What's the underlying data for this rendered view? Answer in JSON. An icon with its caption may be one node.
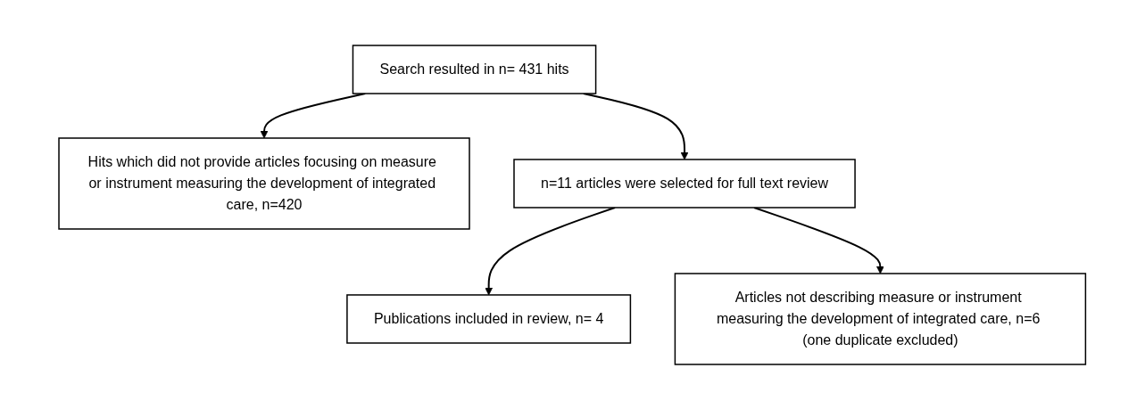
{
  "diagram": {
    "nodes": [
      {
        "text": [
          "Search resulted in n= 431 hits"
        ]
      },
      {
        "text": [
          "Hits which did not provide articles focusing on measure or instrument measuring the development of integrated care, n=420"
        ]
      },
      {
        "text": [
          "n=11 articles were selected for full text review"
        ]
      },
      {
        "text": [
          "Articles not describing measure or instrument measuring the development of integrated care, n=6 (one duplicate excluded)"
        ]
      },
      {
        "text": [
          "Publications included in review, n= 4"
        ]
      }
    ],
    "edges": [
      {
        "from": 0,
        "to": 2,
        "arrow": "to"
      },
      {
        "from": 0,
        "to": 1,
        "arrow": "to"
      },
      {
        "from": 2,
        "to": 4,
        "arrow": "to"
      },
      {
        "from": 2,
        "to": 3,
        "arrow": "to"
      }
    ]
  }
}
